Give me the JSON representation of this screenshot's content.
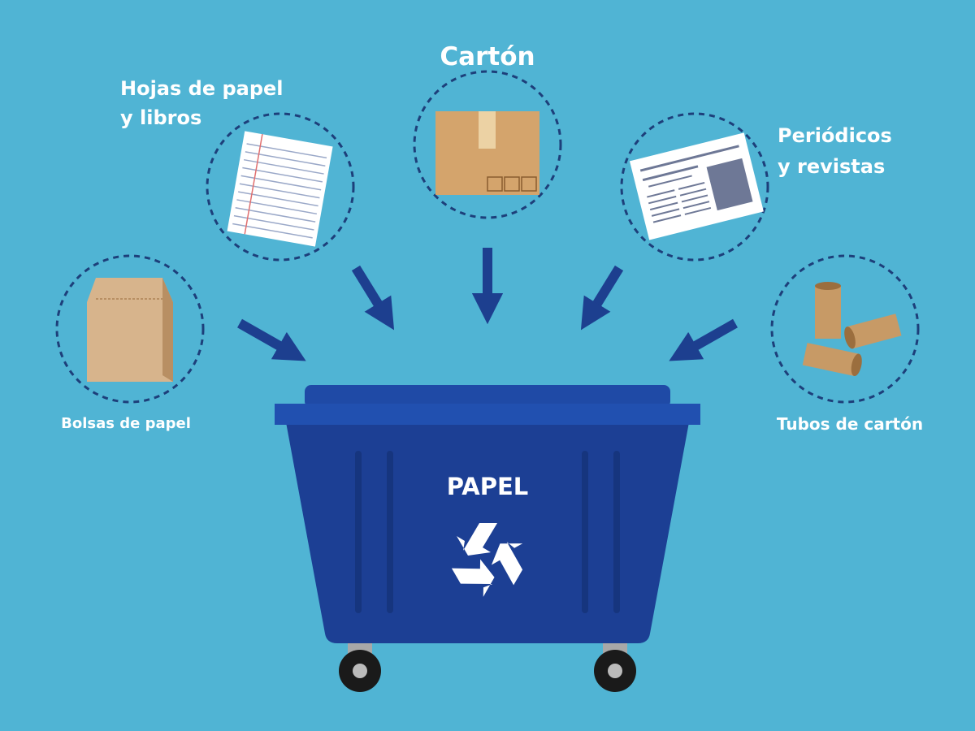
{
  "colors": {
    "background": "#50b4d4",
    "bin": "#1c3f94",
    "bin_lid": "#2150b0",
    "arrow": "#1d3f8f",
    "dashed_circle": "#1d3f7a",
    "cardboard": "#d4a46c",
    "label": "#ffffff"
  },
  "items": [
    {
      "label_lines": [
        "Bolsas de papel"
      ],
      "icon": "paper-bag-icon"
    },
    {
      "label_lines": [
        "Hojas de papel",
        "y libros"
      ],
      "icon": "notebook-sheet-icon"
    },
    {
      "label_lines": [
        "Cartón"
      ],
      "icon": "cardboard-box-icon"
    },
    {
      "label_lines": [
        "Periódicos",
        "y revistas"
      ],
      "icon": "newspaper-icon"
    },
    {
      "label_lines": [
        "Tubos de cartón"
      ],
      "icon": "cardboard-tubes-icon"
    }
  ],
  "bin": {
    "label": "PAPEL",
    "icon": "recycle-icon"
  }
}
